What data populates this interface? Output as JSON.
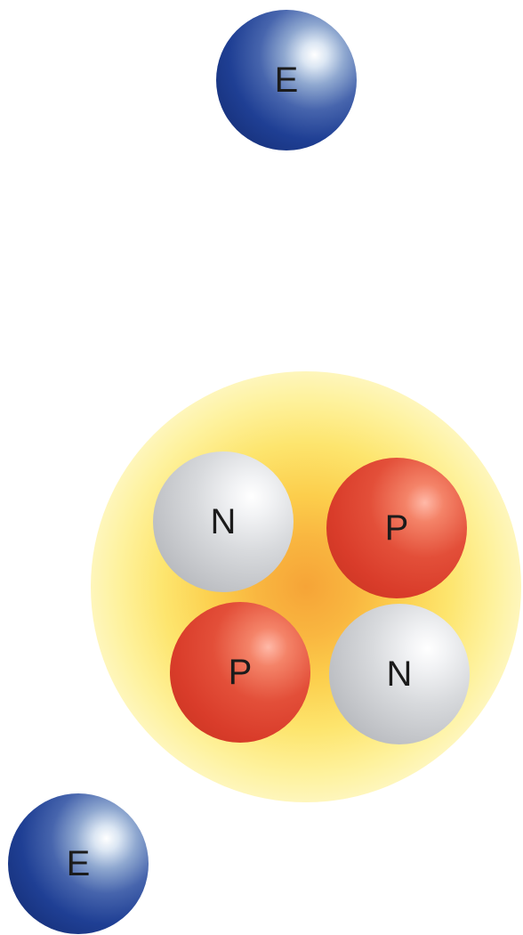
{
  "colors": {
    "electron": "#1f3f94",
    "proton": "#d93c2a",
    "neutron": "#c2c4c8",
    "nucleus_glow": "#fcce4c",
    "background": "#ffffff",
    "label_text": "#1b1b1b"
  },
  "electrons": [
    {
      "label": "E"
    },
    {
      "label": "E"
    }
  ],
  "nucleus": {
    "particles": [
      {
        "kind": "neutron",
        "label": "N"
      },
      {
        "kind": "proton",
        "label": "P"
      },
      {
        "kind": "proton",
        "label": "P"
      },
      {
        "kind": "neutron",
        "label": "N"
      }
    ]
  }
}
